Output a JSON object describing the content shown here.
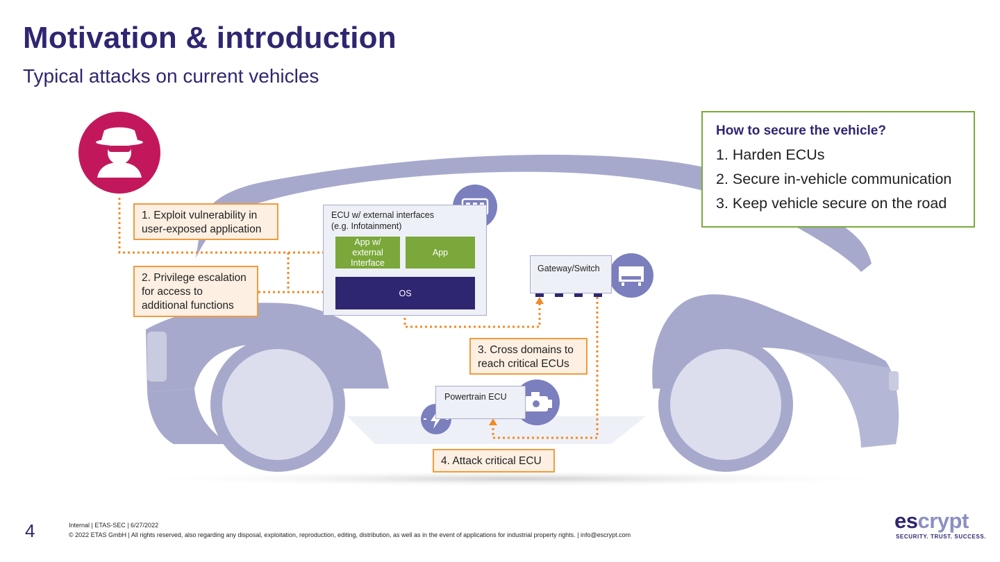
{
  "title": "Motivation & introduction",
  "subtitle": "Typical attacks on current vehicles",
  "steps": [
    {
      "lines": [
        "1. Exploit vulnerability in",
        "user-exposed application"
      ]
    },
    {
      "lines": [
        "2. Privilege escalation",
        "for access to",
        "additional functions"
      ]
    },
    {
      "lines": [
        "3. Cross domains to",
        "reach critical ECUs"
      ]
    },
    {
      "lines": [
        "4. Attack critical ECU"
      ]
    }
  ],
  "ecu": {
    "label_line1": "ECU w/ external interfaces",
    "label_line2": "(e.g. Infotainment)",
    "app_ext_lines": [
      "App w/",
      "external",
      "Interface"
    ],
    "app": "App",
    "os": "OS"
  },
  "gateway": {
    "label": "Gateway/Switch"
  },
  "powertrain": {
    "label": "Powertrain ECU"
  },
  "secure": {
    "title": "How to secure the vehicle?",
    "items": [
      "1.  Harden ECUs",
      "2. Secure in-vehicle communication",
      "3. Keep vehicle secure on the road"
    ]
  },
  "footer": {
    "page_number": "4",
    "line1": "Internal | ETAS-SEC | 6/27/2022",
    "line2": "© 2022 ETAS GmbH | All rights reserved, also regarding any disposal, exploitation, reproduction, editing, distribution, as well as in the event of applications for industrial property rights. | info@escrypt.com"
  },
  "logo": {
    "part1": "es",
    "part2": "crypt",
    "tagline": "SECURITY. TRUST. SUCCESS."
  },
  "colors": {
    "brand": "#2e2671",
    "attacker": "#c2185b",
    "car": "#a7a9cc",
    "attack_path": "#f08a24",
    "callout_border": "#f39a3c",
    "callout_fill": "#fdf0e3",
    "app_green": "#7aa83a",
    "icon_circle": "#7b7fbd"
  }
}
